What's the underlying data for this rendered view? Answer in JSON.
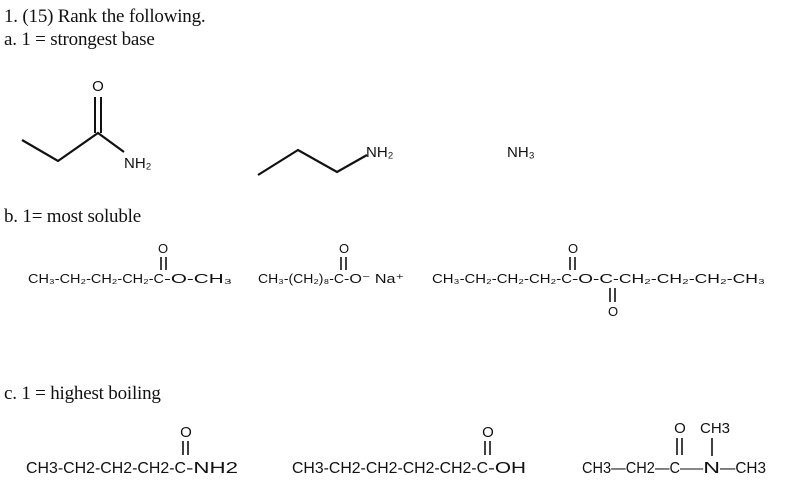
{
  "question": {
    "title": "1. (15) Rank the following."
  },
  "part_a": {
    "label": "a.  1 = strongest base",
    "molecules": [
      {
        "carbonyl_O": "O",
        "group": "NH₂"
      },
      {
        "group": "NH₂"
      },
      {
        "formula": "NH₃"
      }
    ]
  },
  "part_b": {
    "label": "b.  1= most soluble",
    "molecules": [
      {
        "carbonyl_O": "O",
        "left": "CH₃-CH₂-CH₂-CH₂-C",
        "right": "-O-CH₃"
      },
      {
        "carbonyl_O": "O",
        "left": "CH₃-(CH₂)₈-C",
        "right": "-O⁻ Na⁺"
      },
      {
        "top_O": "O",
        "bottom_O": "O",
        "left": "CH₃-CH₂-CH₂-CH₂-C",
        "middle": "-O-C",
        "right": "-CH₂-CH₂-CH₂-CH₃"
      }
    ]
  },
  "part_c": {
    "label": "c.  1 = highest boiling",
    "molecules": [
      {
        "carbonyl_O": "O",
        "left": "CH3-CH2-CH2-CH2-C",
        "right": "-NH2"
      },
      {
        "carbonyl_O": "O",
        "left": "CH3-CH2-CH2-CH2-CH2-C",
        "right": "-OH"
      },
      {
        "carbonyl_O": "O",
        "substituent": "CH3",
        "left": "CH3—CH2—C",
        "middle": "—N",
        "right": "—CH3"
      }
    ]
  }
}
